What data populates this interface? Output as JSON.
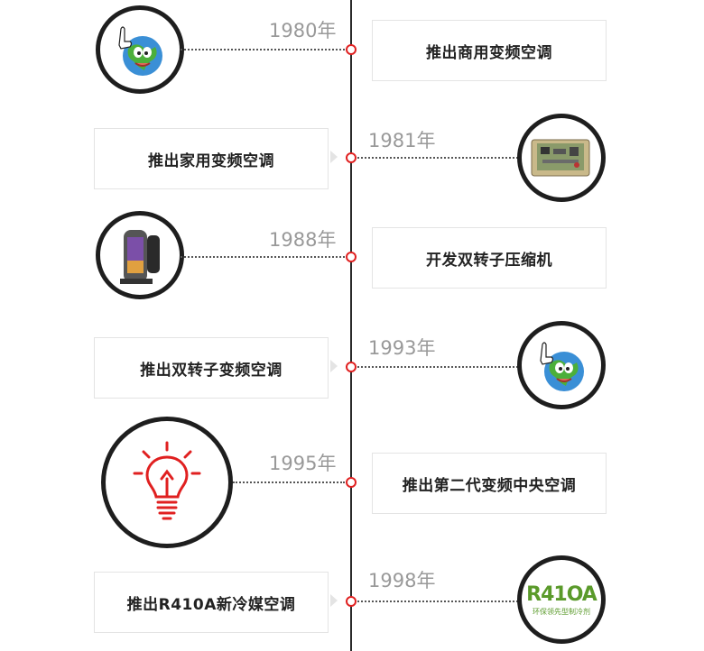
{
  "items": [
    {
      "year": "1980年",
      "text": "推出商用变频空调",
      "icon": "earth-mascot-icon"
    },
    {
      "year": "1981年",
      "text": "推出家用变频空调",
      "icon": "circuit-board-icon"
    },
    {
      "year": "1988年",
      "text": "开发双转子压缩机",
      "icon": "compressor-icon"
    },
    {
      "year": "1993年",
      "text": "推出双转子变频空调",
      "icon": "earth-mascot-icon"
    },
    {
      "year": "1995年",
      "text": "推出第二代变频中央空调",
      "icon": "light-bulb-icon"
    },
    {
      "year": "1998年",
      "text": "推出R410A新冷媒空调",
      "icon": "r410a-logo",
      "logo_big": "R41OA",
      "logo_small": "环保领先型制冷剂"
    }
  ],
  "colors": {
    "axis": "#2a2a2a",
    "node": "#e02020",
    "year": "#999999",
    "card_border": "#e4e4e4",
    "logo_green": "#5a9a2a",
    "bulb_red": "#e02020"
  }
}
